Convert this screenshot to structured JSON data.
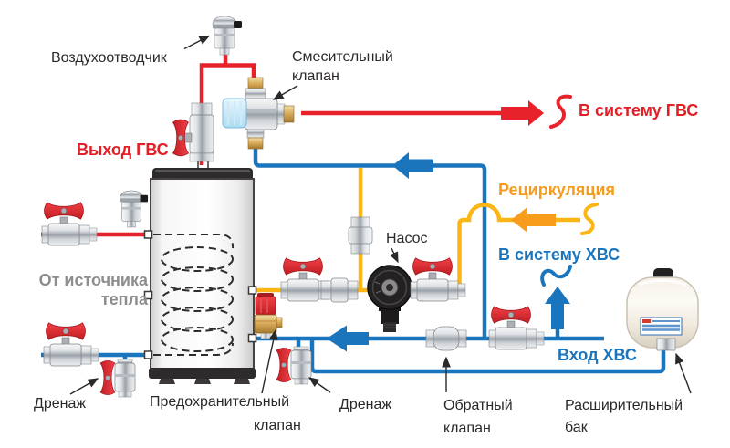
{
  "diagram_title": "",
  "labels": {
    "air_vent": "Воздухоотводчик",
    "mixing_valve": {
      "line1": "Смесительный",
      "line2": "клапан"
    },
    "to_dhw_system": "В систему ГВС",
    "dhw_outlet": "Выход ГВС",
    "recirculation": "Рециркуляция",
    "heat_source": {
      "line1": "От источника",
      "line2": "тепла"
    },
    "pump": "Насос",
    "to_cw_system": "В систему ХВС",
    "cw_inlet": "Вход ХВС",
    "drain_left": "Дренаж",
    "safety_valve": {
      "line1": "Предохранительный",
      "line2": "клапан"
    },
    "drain_middle": "Дренаж",
    "check_valve": {
      "line1": "Обратный",
      "line2": "клапан"
    },
    "expansion_tank": {
      "line1": "Расширительный",
      "line2": "бак"
    }
  },
  "colors": {
    "hot_pipe": "#e8222b",
    "cold_pipe": "#1b75bc",
    "recirc_pipe": "#fbb515",
    "recirc_arrow": "#f89c1c",
    "label_text": "#2b2829",
    "muted_text": "#8e8d8e",
    "hot_text": "#e31e24",
    "cold_text": "#1b75bc",
    "recirc_text": "#f59b1f"
  },
  "components": [
    "air-vent",
    "air-vent",
    "ball-valve-hot-outlet",
    "mixing-valve",
    "ball-valve-supply",
    "ball-valve-return",
    "drain-valve-left",
    "storage-tank-with-coil",
    "safety-valve",
    "ball-valve-recirc-left",
    "union-fitting",
    "union-fitting-vertical",
    "circulation-pump",
    "ball-valve-recirc-right",
    "drain-valve-middle",
    "check-valve",
    "ball-valve-cold-inlet",
    "expansion-tank"
  ]
}
